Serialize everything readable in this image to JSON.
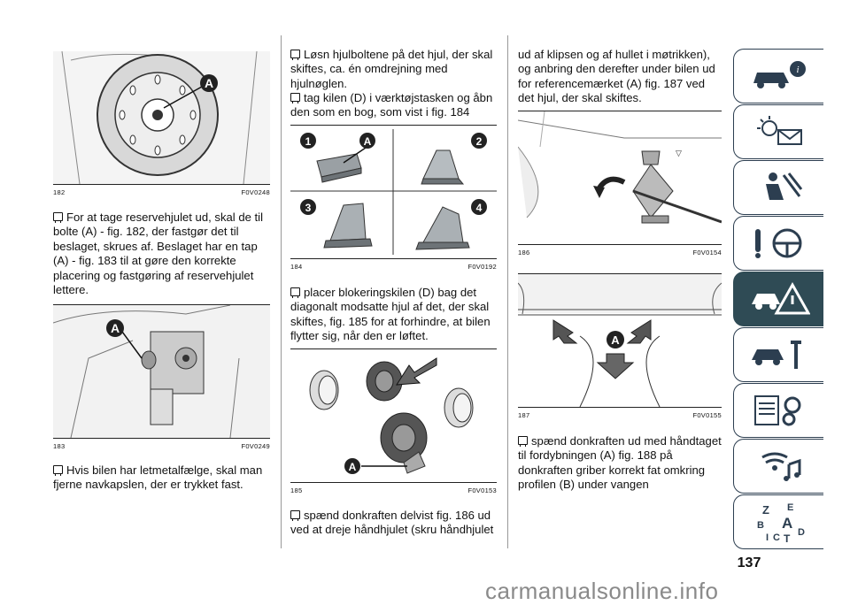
{
  "col1": {
    "fig182": {
      "num": "182",
      "code": "F0V0248",
      "label_a": "A"
    },
    "text1": "For at tage reservehjulet ud, skal de til bolte (A) - fig. 182, der fastgør det til beslaget, skrues af. Beslaget har en tap (A) - fig. 183 til at gøre den korrekte placering og fastgøring af reservehjulet lettere.",
    "fig183": {
      "num": "183",
      "code": "F0V0249",
      "label_a": "A"
    },
    "text2": "Hvis bilen har letmetalfælge, skal man fjerne navkapslen, der er trykket fast."
  },
  "col2": {
    "text1": "Løsn hjulboltene på det hjul, der skal skiftes, ca. én omdrejning med hjulnøglen.",
    "text2": "tag kilen (D) i værktøjstasken og åbn den som en bog, som vist i fig. 184",
    "fig184": {
      "num": "184",
      "code": "F0V0192",
      "markers": [
        "1",
        "2",
        "3",
        "4"
      ],
      "label_a": "A"
    },
    "text3": "placer blokeringskilen (D) bag det diagonalt modsatte hjul af det, der skal skiftes, fig. 185 for at forhindre, at bilen flytter sig, når den er løftet.",
    "fig185": {
      "num": "185",
      "code": "F0V0153",
      "label_a": "A"
    },
    "text4": "spænd donkraften delvist fig. 186 ud ved at dreje håndhjulet (skru håndhjulet"
  },
  "col3": {
    "text1": "ud af klipsen og af hullet i møtrikken), og anbring den derefter under bilen ud for referencemærket (A) fig. 187 ved det hjul, der skal skiftes.",
    "fig186": {
      "num": "186",
      "code": "F0V0154"
    },
    "fig187": {
      "num": "187",
      "code": "F0V0155",
      "label_a": "A"
    },
    "text2": "spænd donkraften ud med håndtaget til fordybningen (A) fig. 188 på donkraften griber korrekt fat omkring profilen (B) under vangen"
  },
  "sidebar": {
    "tabs": [
      "car-info-icon",
      "warning-lights-icon",
      "safety-airbag-icon",
      "driving-steering-icon",
      "emergency-icon",
      "maintenance-icon",
      "technical-data-icon",
      "multimedia-icon",
      "index-icon"
    ],
    "active_index": 4,
    "index_letters": [
      "Z",
      "E",
      "B",
      "A",
      "D",
      "I",
      "C",
      "T"
    ]
  },
  "page_number": "137",
  "watermark": "carmanualsonline.info",
  "colors": {
    "tab_border": "#2c3e50",
    "tab_active": "#2f4b55",
    "marker": "#222222"
  }
}
